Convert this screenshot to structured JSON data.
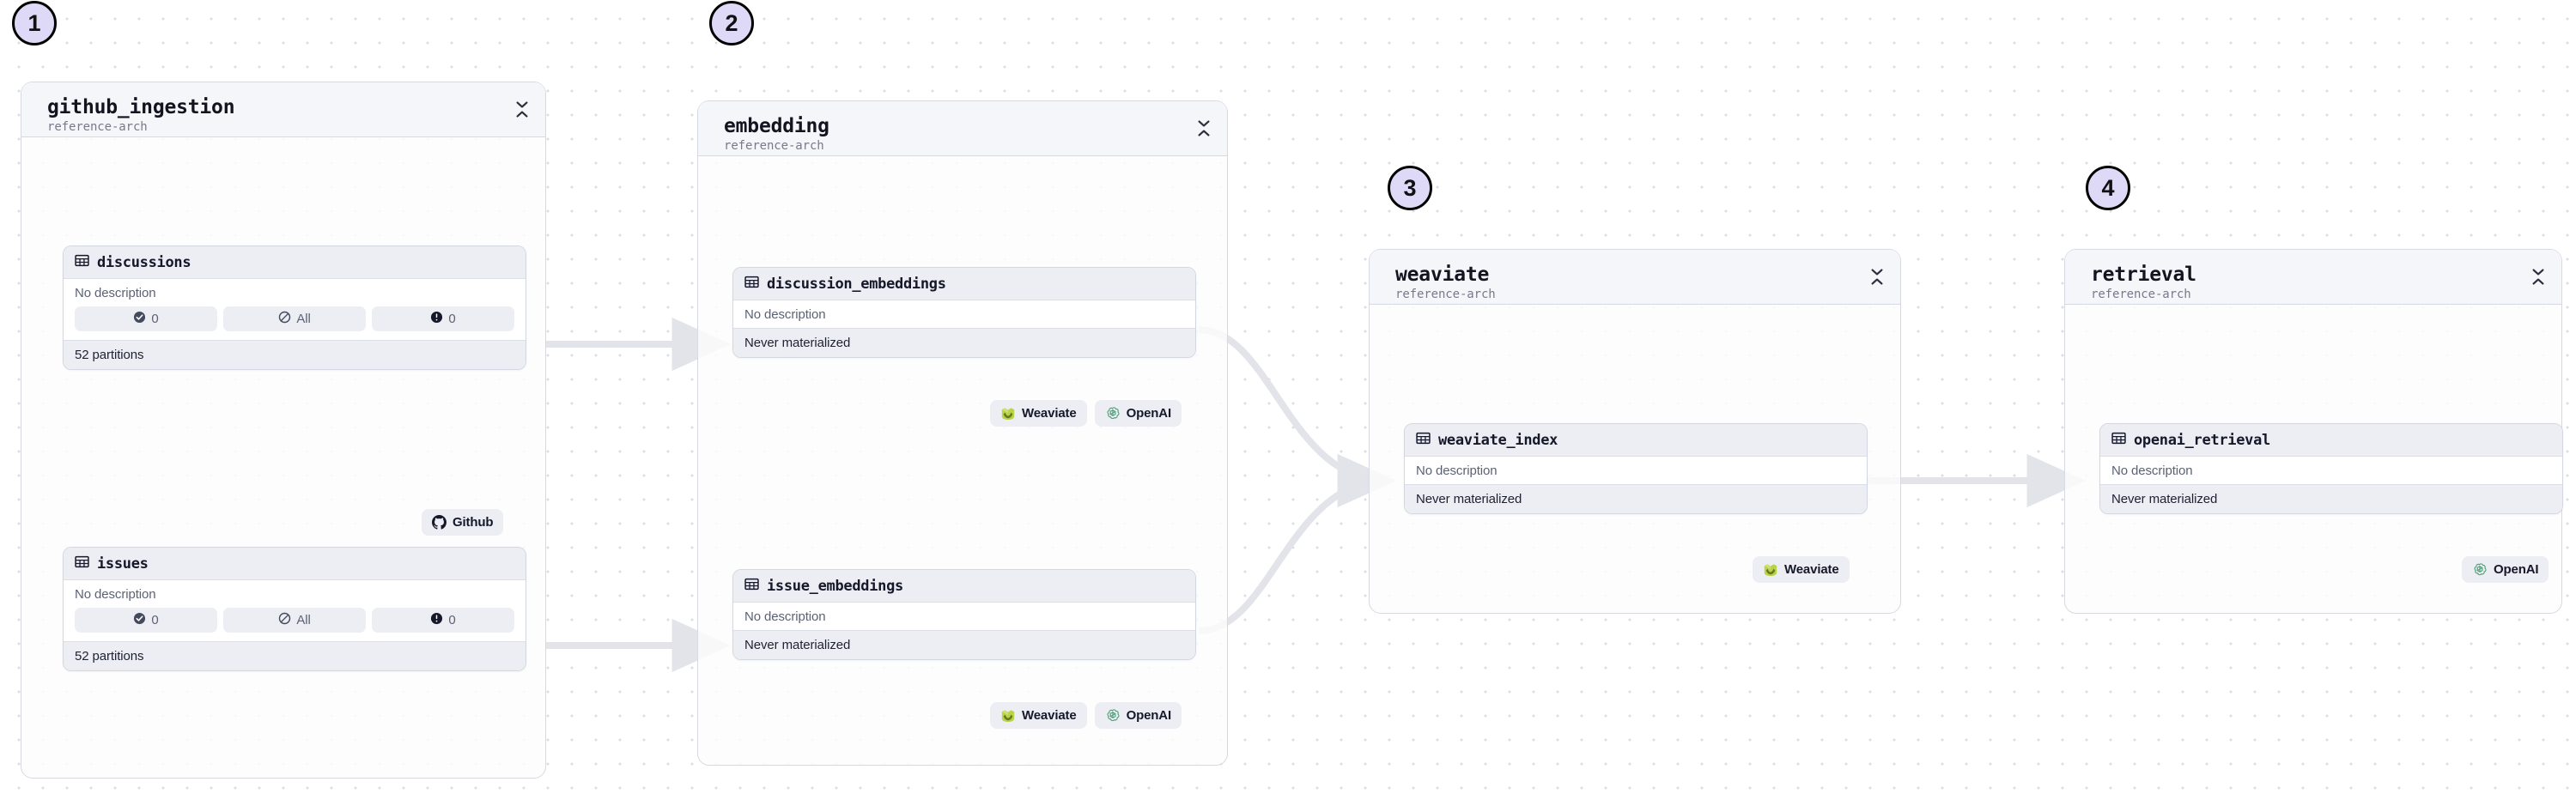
{
  "canvas": {
    "background": "#ffffff",
    "grid_dot_color": "#dcdce4",
    "edge_color": "#e2e4ea"
  },
  "badges": [
    {
      "label": "1",
      "fill": "#ddd9f7"
    },
    {
      "label": "2",
      "fill": "#ddd9f7"
    },
    {
      "label": "3",
      "fill": "#ddd9f7"
    },
    {
      "label": "4",
      "fill": "#ddd9f7"
    }
  ],
  "groups": [
    {
      "id": "github_ingestion",
      "title": "github_ingestion",
      "subtitle": "reference-arch",
      "collapse_icon": "chevron-collapse-icon"
    },
    {
      "id": "embedding",
      "title": "embedding",
      "subtitle": "reference-arch",
      "collapse_icon": "chevron-collapse-icon"
    },
    {
      "id": "weaviate",
      "title": "weaviate",
      "subtitle": "reference-arch",
      "collapse_icon": "chevron-collapse-icon"
    },
    {
      "id": "retrieval",
      "title": "retrieval",
      "subtitle": "reference-arch",
      "collapse_icon": "chevron-collapse-icon"
    }
  ],
  "assets": [
    {
      "id": "discussions",
      "name": "discussions",
      "icon": "table-icon",
      "description": "No description",
      "chips": [
        {
          "icon": "check-circle-icon",
          "label": "0"
        },
        {
          "icon": "no-materialization-icon",
          "label": "All"
        },
        {
          "icon": "alert-circle-icon",
          "label": "0"
        }
      ],
      "partitions": "52 partitions"
    },
    {
      "id": "issues",
      "name": "issues",
      "icon": "table-icon",
      "description": "No description",
      "chips": [
        {
          "icon": "check-circle-icon",
          "label": "0"
        },
        {
          "icon": "no-materialization-icon",
          "label": "All"
        },
        {
          "icon": "alert-circle-icon",
          "label": "0"
        }
      ],
      "partitions": "52 partitions"
    },
    {
      "id": "discussion_embeddings",
      "name": "discussion_embeddings",
      "icon": "table-icon",
      "description": "No description",
      "status": "Never materialized"
    },
    {
      "id": "issue_embeddings",
      "name": "issue_embeddings",
      "icon": "table-icon",
      "description": "No description",
      "status": "Never materialized"
    },
    {
      "id": "weaviate_index",
      "name": "weaviate_index",
      "icon": "table-icon",
      "description": "No description",
      "status": "Never materialized"
    },
    {
      "id": "openai_retrieval",
      "name": "openai_retrieval",
      "icon": "table-icon",
      "description": "No description",
      "status": "Never materialized"
    }
  ],
  "tags": {
    "github": {
      "label": "Github",
      "icon": "github-icon",
      "color": "#15182a"
    },
    "weaviate": {
      "label": "Weaviate",
      "icon": "weaviate-icon",
      "color": "#9ec93a"
    },
    "openai": {
      "label": "OpenAI",
      "icon": "openai-icon",
      "color": "#4f9e78"
    }
  }
}
